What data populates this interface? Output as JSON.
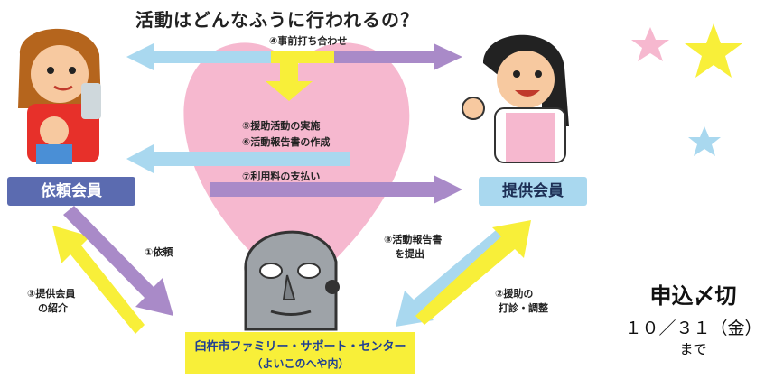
{
  "title": "活動はどんなふうに行われるの？",
  "roles": {
    "requester": "依頼会員",
    "provider": "提供会員"
  },
  "center": {
    "line1": "臼杵市ファミリー・サポート・センター",
    "line2": "（よいこのへや内）"
  },
  "steps": {
    "s1": "①依頼",
    "s2a": "②援助の",
    "s2b": "打診・調整",
    "s3a": "③提供会員",
    "s3b": "の紹介",
    "s4": "④事前打ち合わせ",
    "s5": "⑤援助活動の実施",
    "s6": "⑥活動報告書の作成",
    "s7": "⑦利用料の支払い",
    "s8a": "⑧活動報告書",
    "s8b": "を提出"
  },
  "deadline": {
    "title": "申込〆切",
    "date": "１０／３１（金）",
    "suffix": "まで"
  },
  "colors": {
    "heart": "#f6b8cf",
    "yellow": "#f8ef39",
    "blue": "#a9d8ef",
    "purple": "#a98ac8",
    "navy_box": "#5b6bb0"
  }
}
